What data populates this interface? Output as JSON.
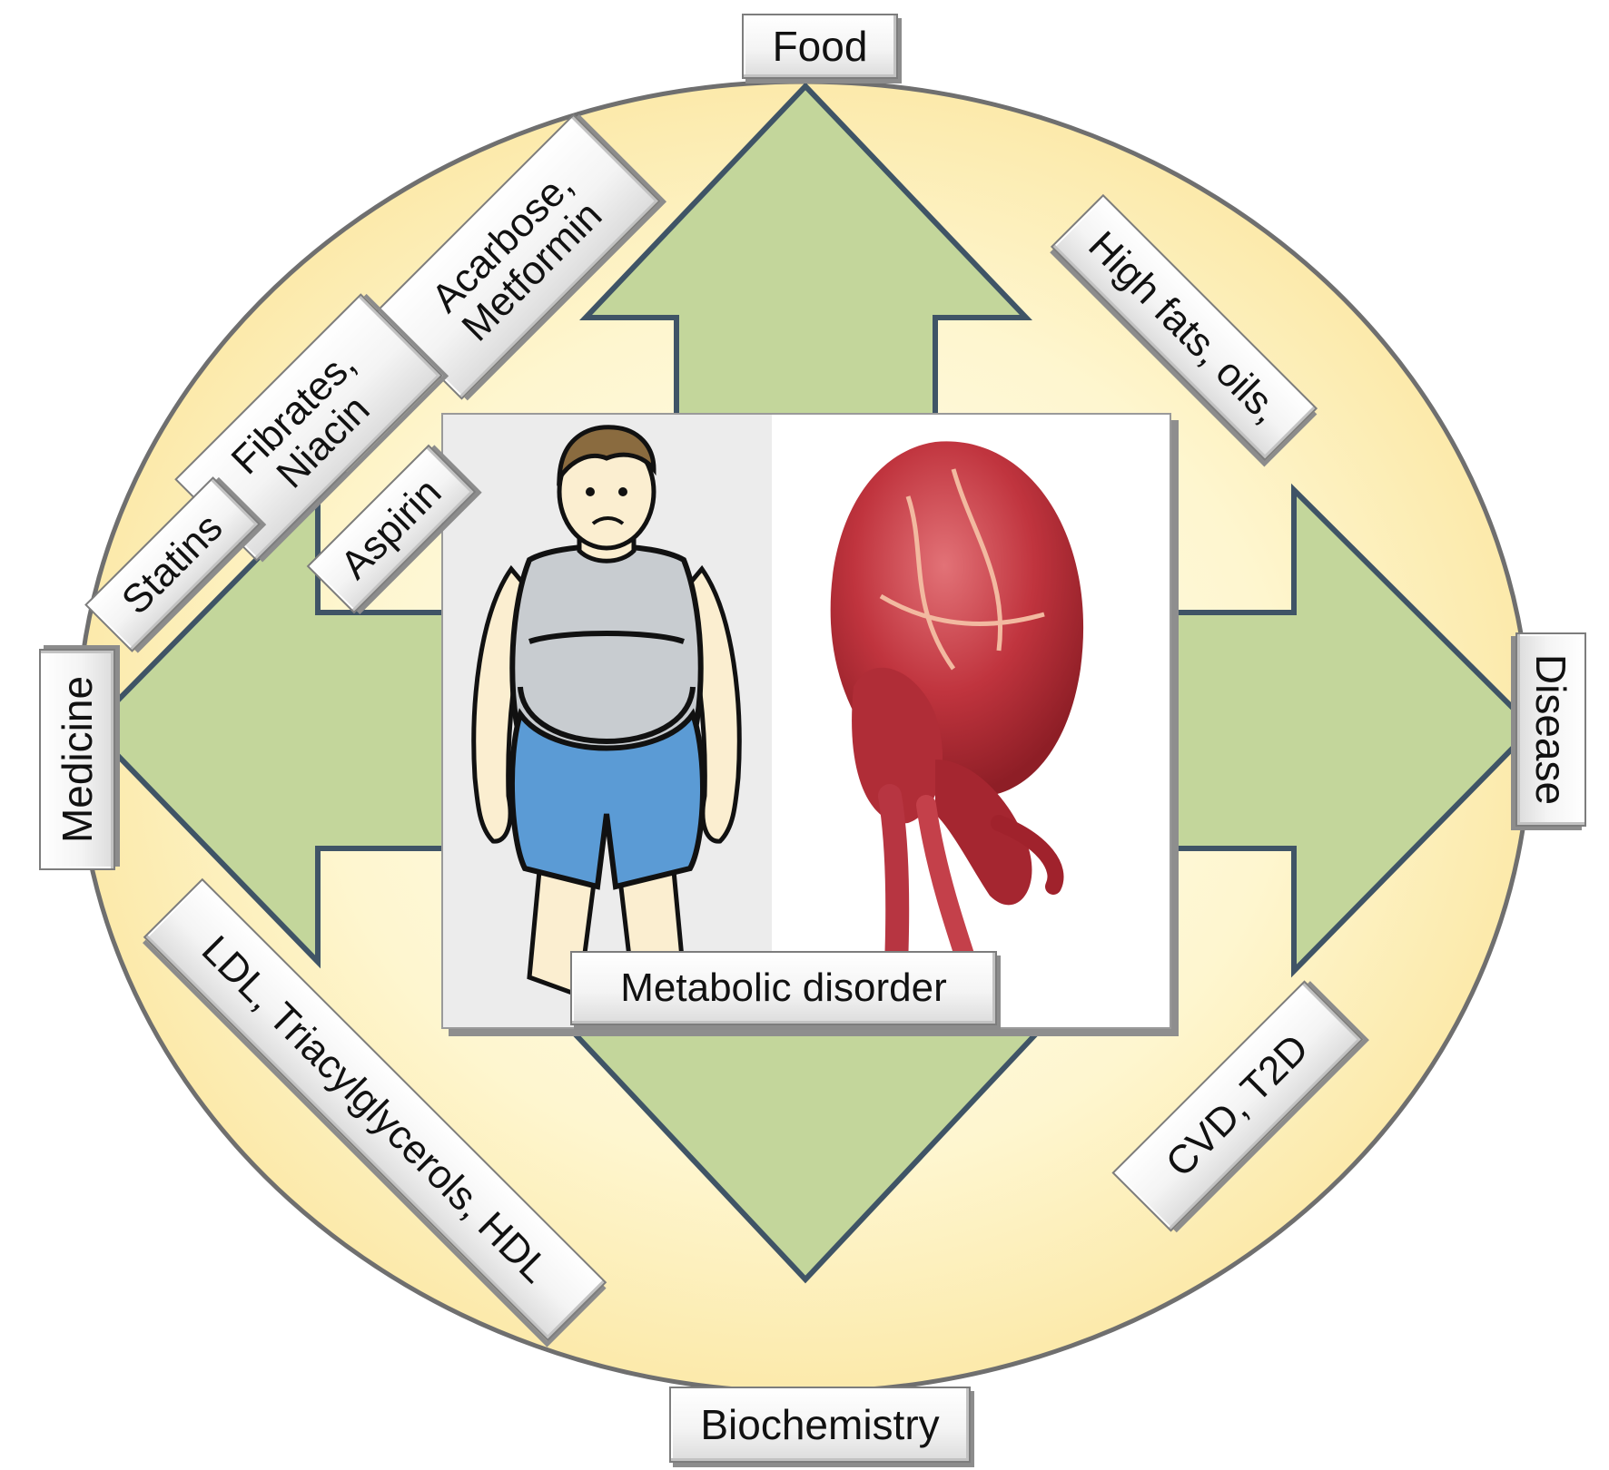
{
  "diagram": {
    "center_caption": "Metabolic disorder",
    "axes": {
      "top": "Food",
      "bottom": "Biochemistry",
      "left": "Medicine",
      "right": "Disease"
    },
    "diagonal_labels": {
      "acarbose": "Acarbose,\nMetformin",
      "fibrates": "Fibrates,\nNiacin",
      "statins": "Statins",
      "aspirin": "Aspirin",
      "high_fats": "High fats, oils,",
      "lipids": "LDL, Triacylglycerols, HDL",
      "cvd": "CVD, T2D"
    },
    "colors": {
      "ellipse_fill": "#fbe9a8",
      "arrow_fill": "#c3d69b",
      "arrow_stroke": "#3f5466",
      "shorts": "#5b9bd5",
      "shirt": "#c8ccd0",
      "skin": "#fbeed0",
      "heart": "#c0343e"
    }
  }
}
